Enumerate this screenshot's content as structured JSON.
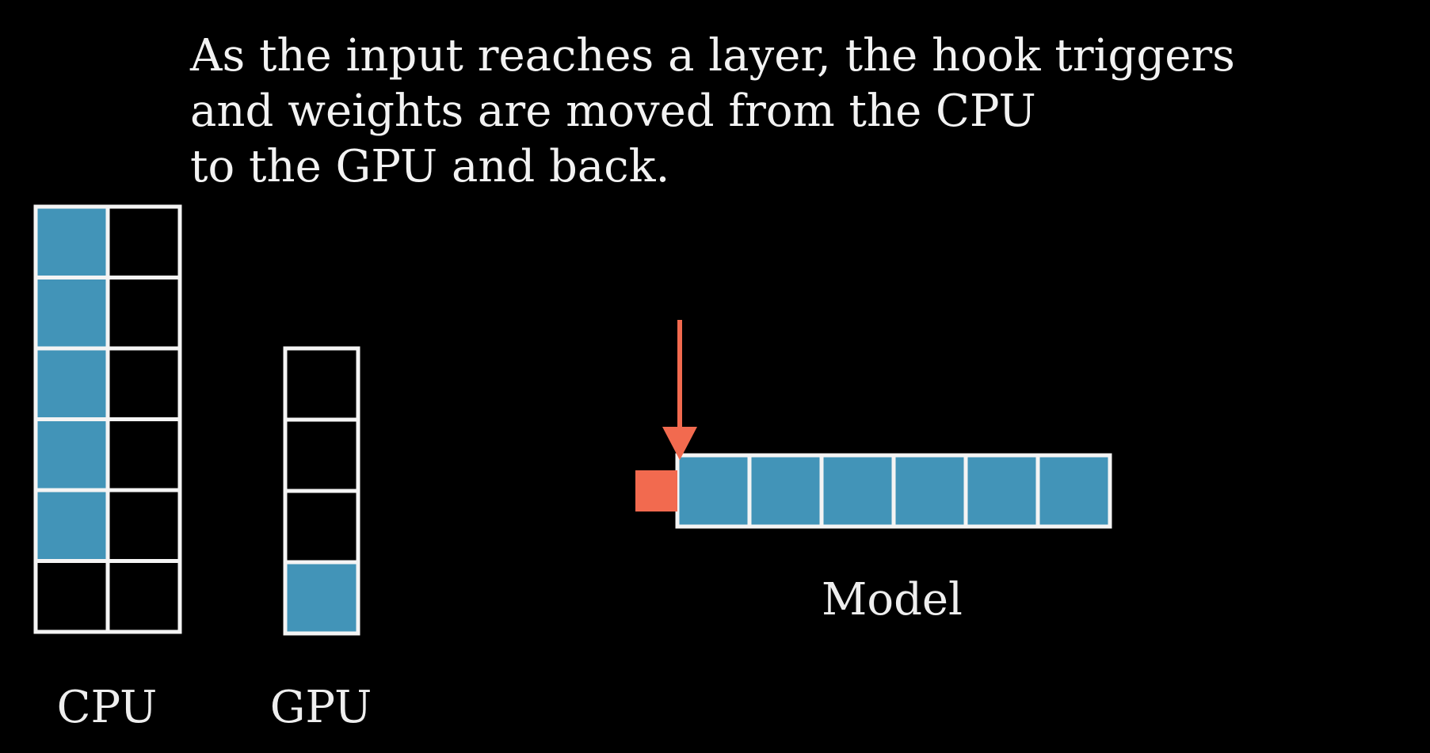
{
  "caption": {
    "lines": [
      "As the input reaches a layer, the hook triggers",
      "and weights are moved from the CPU",
      "to the GPU and back."
    ]
  },
  "colors": {
    "background": "#000000",
    "grid_line": "#f4f4f4",
    "filled_block": "#4294b8",
    "empty_block": "#000000",
    "input_marker": "#f26a4f",
    "text": "#eeeeee"
  },
  "cpu": {
    "label": "CPU",
    "columns": 2,
    "rows": 6,
    "filled": [
      [
        true,
        false
      ],
      [
        true,
        false
      ],
      [
        true,
        false
      ],
      [
        true,
        false
      ],
      [
        true,
        false
      ],
      [
        false,
        false
      ]
    ]
  },
  "gpu": {
    "label": "GPU",
    "columns": 1,
    "rows": 4,
    "filled": [
      [
        false
      ],
      [
        false
      ],
      [
        false
      ],
      [
        true
      ]
    ]
  },
  "model": {
    "label": "Model",
    "layers": 6,
    "filled_layers": 6,
    "input_marker": "input-block",
    "pointer": "down-arrow"
  }
}
